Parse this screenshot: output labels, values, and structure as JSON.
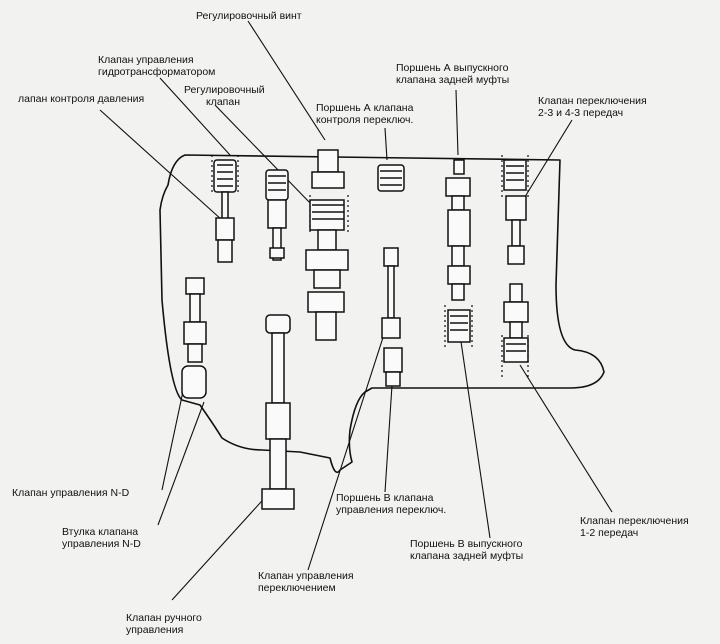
{
  "labels": [
    {
      "id": "adjust-screw",
      "lines": [
        "Регулировочный винт"
      ]
    },
    {
      "id": "converter-valve",
      "lines": [
        "Клапан управления",
        "гидротрансформатором"
      ]
    },
    {
      "id": "regulator-valve",
      "lines": [
        "Регулировочный",
        "клапан"
      ]
    },
    {
      "id": "pressure-control-valve",
      "lines": [
        "лапан контроля давления"
      ]
    },
    {
      "id": "shift-control-piston-a",
      "lines": [
        "Поршень А клапана",
        "контроля переключ."
      ]
    },
    {
      "id": "rear-clutch-exhaust-piston-a",
      "lines": [
        "Поршень А выпускного",
        "клапана задней муфты"
      ]
    },
    {
      "id": "shift-valve-2-3",
      "lines": [
        "Клапан переключения",
        "2-3 и 4-3 передач"
      ]
    },
    {
      "id": "nd-control-valve",
      "lines": [
        "Клапан управления N-D"
      ]
    },
    {
      "id": "nd-valve-sleeve",
      "lines": [
        "Втулка клапана",
        "управления N-D"
      ]
    },
    {
      "id": "manual-valve",
      "lines": [
        "Клапан ручного",
        "управления"
      ]
    },
    {
      "id": "shift-control-valve",
      "lines": [
        "Клапан управления",
        "переключением"
      ]
    },
    {
      "id": "shift-control-piston-b",
      "lines": [
        "Поршень В клапана",
        "управления переключ."
      ]
    },
    {
      "id": "rear-clutch-exhaust-piston-b",
      "lines": [
        "Поршень В выпускного",
        "клапана задней муфты"
      ]
    },
    {
      "id": "shift-valve-1-2",
      "lines": [
        "Клапан переключения",
        "1-2 передач"
      ]
    }
  ]
}
